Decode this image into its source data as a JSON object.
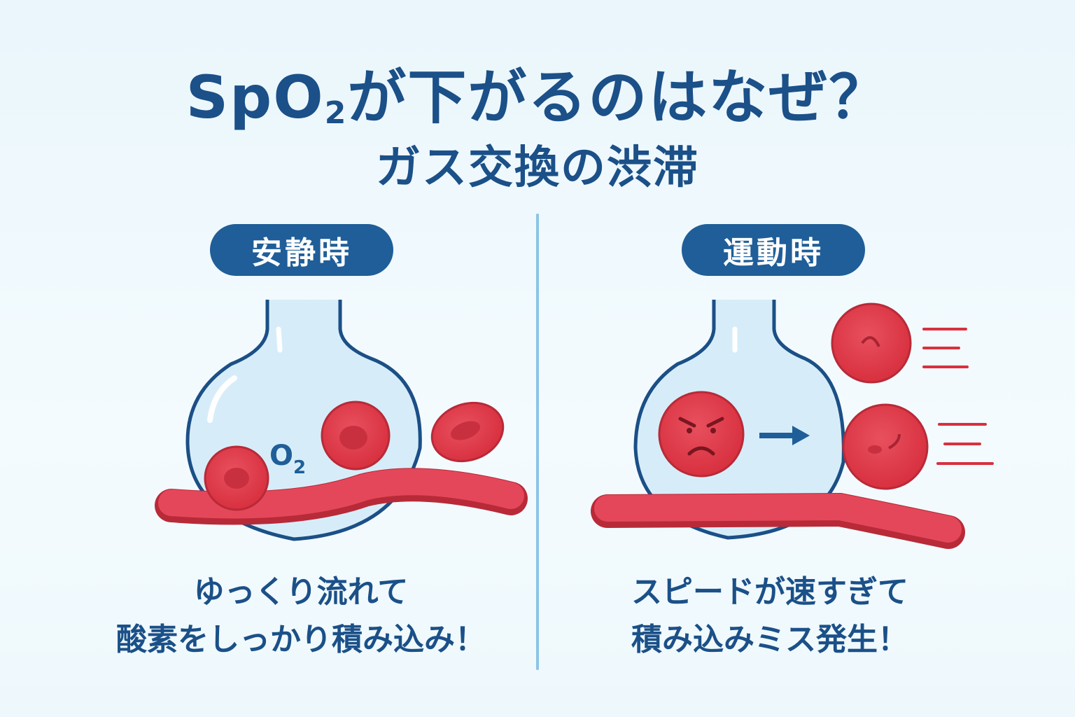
{
  "title": {
    "line1_main": "SpO",
    "line1_sub": "2",
    "line1_rest": "が下がるのはなぜ？",
    "line2": "ガス交換の渋滞"
  },
  "left": {
    "badge": "安静時",
    "o2_label": "O",
    "o2_sub": "2",
    "caption_line1": "ゆっくり流れて",
    "caption_line2": "酸素をしっかり積み込み！"
  },
  "right": {
    "badge": "運動時",
    "caption_line1": "スピードが速すぎて",
    "caption_line2": "積み込みミス発生！"
  },
  "colors": {
    "title": "#1b5088",
    "badge": "#1f5e98",
    "blood_cell": "#e33e4e",
    "alveolus": "#d6edf9",
    "divider": "#8cc4e6"
  }
}
